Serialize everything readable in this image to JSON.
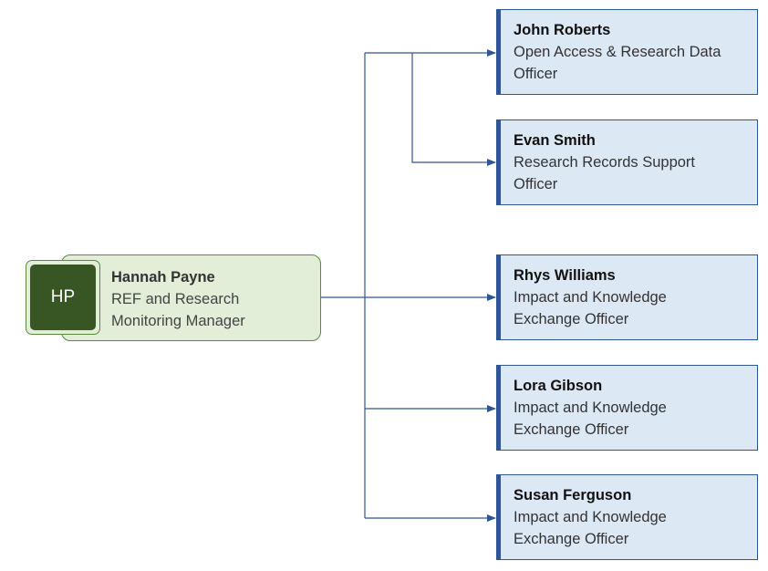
{
  "manager": {
    "initials": "HP",
    "name": "Hannah Payne",
    "role_line1": "REF and Research",
    "role_line2": "Monitoring Manager"
  },
  "reports": [
    {
      "name": "John Roberts",
      "role_line1": "Open Access & Research Data",
      "role_line2": "Officer"
    },
    {
      "name": "Evan Smith",
      "role_line1": "Research Records Support",
      "role_line2": "Officer"
    },
    {
      "name": "Rhys Williams",
      "role_line1": "Impact and Knowledge",
      "role_line2": "Exchange Officer"
    },
    {
      "name": "Lora Gibson",
      "role_line1": "Impact and Knowledge",
      "role_line2": "Exchange Officer"
    },
    {
      "name": "Susan Ferguson",
      "role_line1": "Impact and Knowledge",
      "role_line2": "Exchange Officer"
    }
  ],
  "colors": {
    "manager_fill": "#e3eed9",
    "manager_border": "#5a8a3c",
    "avatar_fill": "#375623",
    "report_fill": "#dde8f5",
    "report_border": "#2f5597",
    "connector": "#2f5597"
  }
}
